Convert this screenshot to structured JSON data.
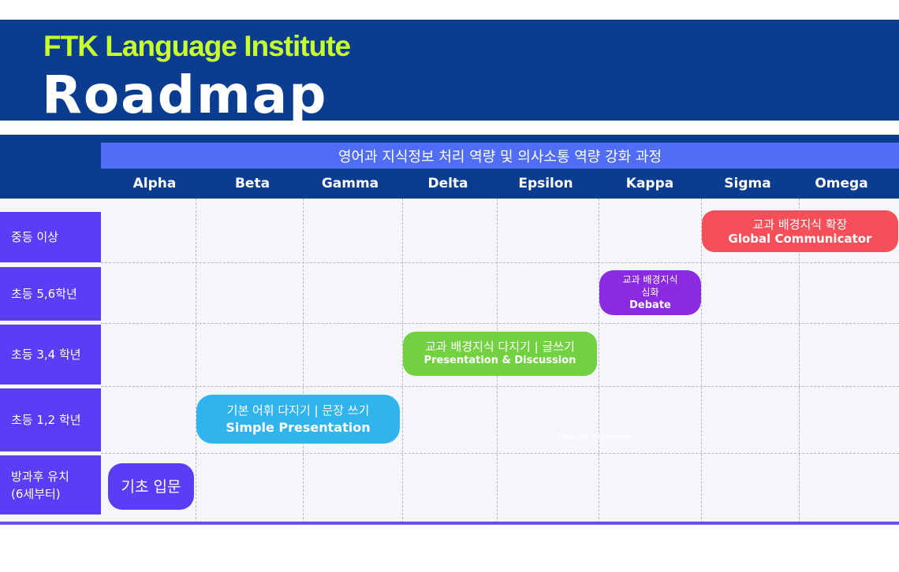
{
  "header": {
    "org": "FTK Language Institute",
    "title": "Roadmap"
  },
  "course_title": "영어과 지식정보 처리 역량 및 의사소통 역량 강화 과정",
  "stages": [
    "Alpha",
    "Beta",
    "Gamma",
    "Delta",
    "Epsilon",
    "Kappa",
    "Sigma",
    "Omega"
  ],
  "grades": [
    {
      "label": "중등 이상"
    },
    {
      "label": "초등 5,6학년"
    },
    {
      "label": "초등 3,4 학년"
    },
    {
      "label": "초등 1,2 학년"
    },
    {
      "label": "방과후 유치\n(6세부터)"
    }
  ],
  "blocks": {
    "omega": {
      "ko": "교과 배경지식 확장",
      "en": "Global Communicator"
    },
    "kappa": {
      "ko": "교과 배경지식\n심화",
      "en": "Debate"
    },
    "delta": {
      "ko": "교과 배경지식 다지기 | 글쓰기",
      "en": "Presentation & Discussion"
    },
    "beta": {
      "ko": "기본 어휘 다지기 | 문장 쓰기",
      "en": "Simple Presentation"
    },
    "alpha": {
      "ko": "기초 입문"
    }
  },
  "ghost_text": "Finalize materials",
  "colors": {
    "navy": "#0a3d8f",
    "accent_lime": "#c8ff2e",
    "course_bar": "#4f6df5",
    "grade_purple": "#5b3df5",
    "red": "#f5505a",
    "violet": "#8a2be2",
    "green": "#72d140",
    "sky": "#2fb4ee"
  }
}
